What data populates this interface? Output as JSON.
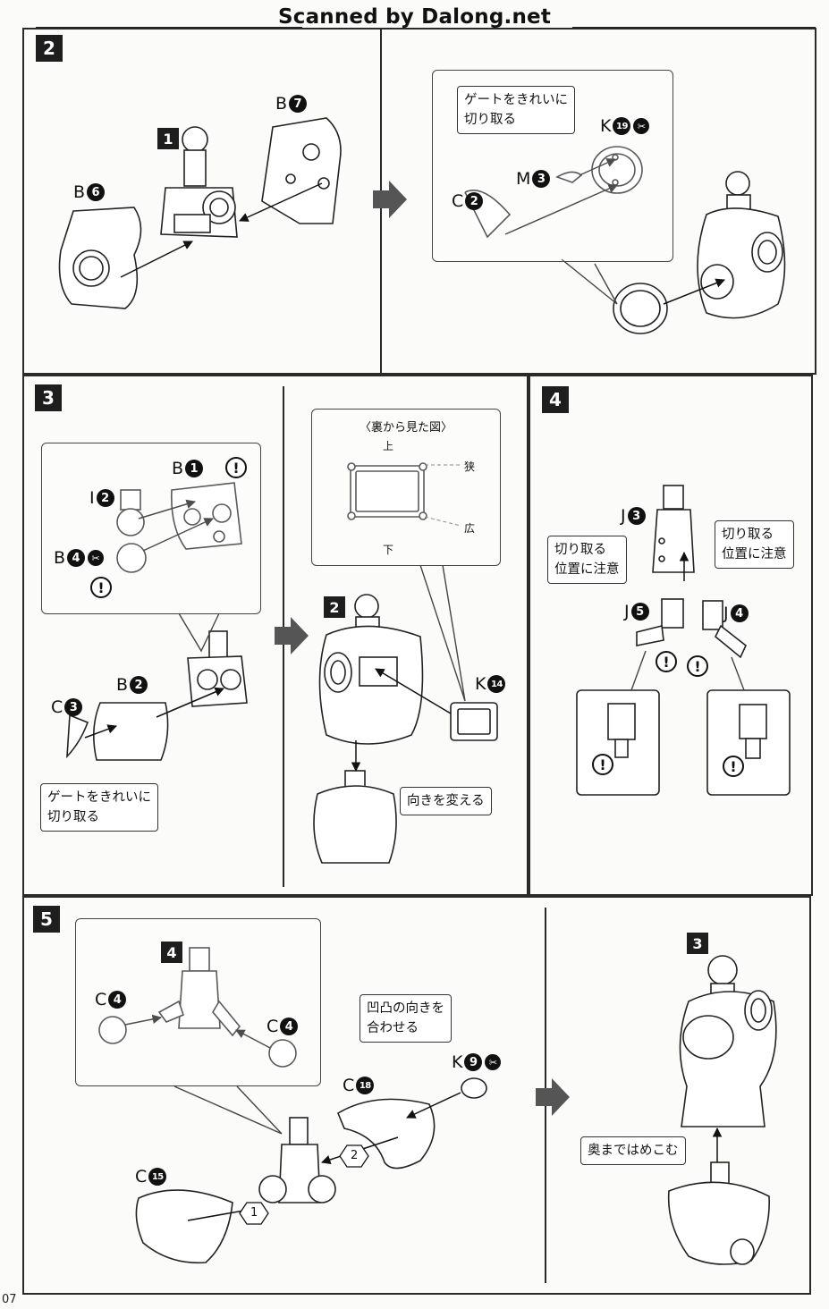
{
  "watermark": "Scanned by Dalong.net",
  "page_number": "07",
  "step2": {
    "badge": "2",
    "left": {
      "ref_badge": "1",
      "part_b6": {
        "letter": "B",
        "num": "6"
      },
      "part_b7": {
        "letter": "B",
        "num": "7"
      }
    },
    "right": {
      "callout": [
        "ゲートをきれいに",
        "切り取る"
      ],
      "part_k19": {
        "letter": "K",
        "num": "19"
      },
      "part_m3": {
        "letter": "M",
        "num": "3"
      },
      "part_c2": {
        "letter": "C",
        "num": "2"
      }
    }
  },
  "step3": {
    "badge": "3",
    "left": {
      "part_b1": {
        "letter": "B",
        "num": "1"
      },
      "part_i2": {
        "letter": "I",
        "num": "2"
      },
      "part_b4": {
        "letter": "B",
        "num": "4"
      },
      "part_b2": {
        "letter": "B",
        "num": "2"
      },
      "part_c3": {
        "letter": "C",
        "num": "3"
      },
      "callout": [
        "ゲートをきれいに",
        "切り取る"
      ]
    },
    "right": {
      "view_title": "〈裏から見た図〉",
      "top": "上",
      "bottom": "下",
      "narrow": "狭",
      "wide": "広",
      "ref_badge": "2",
      "part_k14": {
        "letter": "K",
        "num": "14"
      },
      "callout": "向きを変える"
    }
  },
  "step4": {
    "badge": "4",
    "part_j3": {
      "letter": "J",
      "num": "3"
    },
    "part_j5": {
      "letter": "J",
      "num": "5"
    },
    "part_j4": {
      "letter": "J",
      "num": "4"
    },
    "callout_left": [
      "切り取る",
      "位置に注意"
    ],
    "callout_right": [
      "切り取る",
      "位置に注意"
    ]
  },
  "step5": {
    "badge": "5",
    "left": {
      "ref_badge": "4",
      "part_c4a": {
        "letter": "C",
        "num": "4"
      },
      "part_c4b": {
        "letter": "C",
        "num": "4"
      },
      "part_c18": {
        "letter": "C",
        "num": "18"
      },
      "part_k9": {
        "letter": "K",
        "num": "9"
      },
      "part_c15": {
        "letter": "C",
        "num": "15"
      },
      "callout": [
        "凹凸の向きを",
        "合わせる"
      ],
      "order_1": "1",
      "order_2": "2"
    },
    "right": {
      "ref_badge": "3",
      "callout": "奥まではめこむ"
    }
  },
  "symbols": {
    "warning": "!",
    "cut": "✂"
  },
  "colors": {
    "ink": "#1a1a1a",
    "paper": "#fbfbfa",
    "arrow": "#555555"
  },
  "icons": [
    "warning-icon",
    "cut-icon",
    "next-step-arrow-icon"
  ]
}
